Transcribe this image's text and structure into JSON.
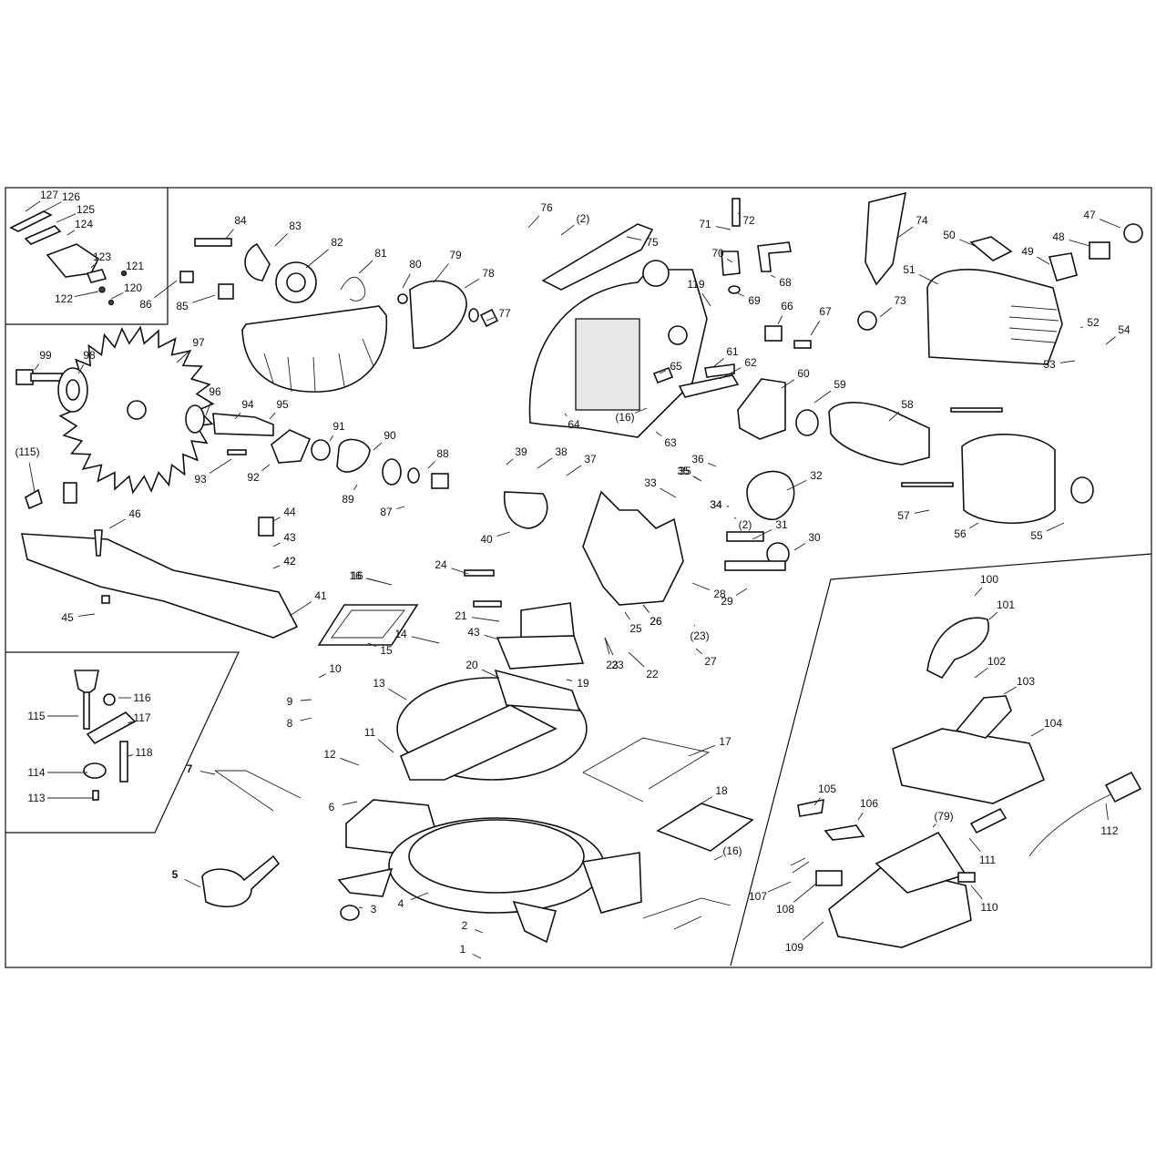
{
  "callouts": [
    {
      "text": "1"
    },
    {
      "text": "2"
    },
    {
      "text": "3"
    },
    {
      "text": "4"
    },
    {
      "text": "5"
    },
    {
      "text": "6"
    },
    {
      "text": "7"
    },
    {
      "text": "8"
    },
    {
      "text": "9"
    },
    {
      "text": "10"
    },
    {
      "text": "11"
    },
    {
      "text": "12"
    },
    {
      "text": "13"
    },
    {
      "text": "14"
    },
    {
      "text": "15"
    },
    {
      "text": "16"
    },
    {
      "text": "17"
    },
    {
      "text": "18"
    },
    {
      "text": "19"
    },
    {
      "text": "20"
    },
    {
      "text": "21"
    },
    {
      "text": "22"
    },
    {
      "text": "23"
    },
    {
      "text": "24"
    },
    {
      "text": "25"
    },
    {
      "text": "26"
    },
    {
      "text": "27"
    },
    {
      "text": "28"
    },
    {
      "text": "29"
    },
    {
      "text": "30"
    },
    {
      "text": "31"
    },
    {
      "text": "32"
    },
    {
      "text": "33"
    },
    {
      "text": "34"
    },
    {
      "text": "35"
    },
    {
      "text": "36"
    },
    {
      "text": "37"
    },
    {
      "text": "38"
    },
    {
      "text": "39"
    },
    {
      "text": "40"
    },
    {
      "text": "41"
    },
    {
      "text": "42"
    },
    {
      "text": "43"
    },
    {
      "text": "44"
    },
    {
      "text": "45"
    },
    {
      "text": "46"
    },
    {
      "text": "47"
    },
    {
      "text": "48"
    },
    {
      "text": "49"
    },
    {
      "text": "50"
    },
    {
      "text": "51"
    },
    {
      "text": "52"
    },
    {
      "text": "53"
    },
    {
      "text": "54"
    },
    {
      "text": "55"
    },
    {
      "text": "56"
    },
    {
      "text": "57"
    },
    {
      "text": "58"
    },
    {
      "text": "59"
    },
    {
      "text": "60"
    },
    {
      "text": "61"
    },
    {
      "text": "62"
    },
    {
      "text": "63"
    },
    {
      "text": "64"
    },
    {
      "text": "65"
    },
    {
      "text": "66"
    },
    {
      "text": "67"
    },
    {
      "text": "68"
    },
    {
      "text": "69"
    },
    {
      "text": "70"
    },
    {
      "text": "71"
    },
    {
      "text": "72"
    },
    {
      "text": "73"
    },
    {
      "text": "74"
    },
    {
      "text": "75"
    },
    {
      "text": "76"
    },
    {
      "text": "77"
    },
    {
      "text": "78"
    },
    {
      "text": "79"
    },
    {
      "text": "80"
    },
    {
      "text": "81"
    },
    {
      "text": "82"
    },
    {
      "text": "83"
    },
    {
      "text": "84"
    },
    {
      "text": "85"
    },
    {
      "text": "86"
    },
    {
      "text": "87"
    },
    {
      "text": "88"
    },
    {
      "text": "89"
    },
    {
      "text": "90"
    },
    {
      "text": "91"
    },
    {
      "text": "92"
    },
    {
      "text": "93"
    },
    {
      "text": "94"
    },
    {
      "text": "95"
    },
    {
      "text": "96"
    },
    {
      "text": "97"
    },
    {
      "text": "98"
    },
    {
      "text": "99"
    },
    {
      "text": "100"
    },
    {
      "text": "101"
    },
    {
      "text": "102"
    },
    {
      "text": "103"
    },
    {
      "text": "104"
    },
    {
      "text": "105"
    },
    {
      "text": "106"
    },
    {
      "text": "107"
    },
    {
      "text": "108"
    },
    {
      "text": "109"
    },
    {
      "text": "110"
    },
    {
      "text": "111"
    },
    {
      "text": "112"
    },
    {
      "text": "113"
    },
    {
      "text": "114"
    },
    {
      "text": "115"
    },
    {
      "text": "116"
    },
    {
      "text": "117"
    },
    {
      "text": "118"
    },
    {
      "text": "119"
    },
    {
      "text": "120"
    },
    {
      "text": "121"
    },
    {
      "text": "122"
    },
    {
      "text": "123"
    },
    {
      "text": "124"
    },
    {
      "text": "125"
    },
    {
      "text": "126"
    },
    {
      "text": "127"
    },
    {
      "text": "(2)"
    },
    {
      "text": "(2)"
    },
    {
      "text": "(16)"
    },
    {
      "text": "(16)"
    },
    {
      "text": "(23)"
    },
    {
      "text": "(79)"
    },
    {
      "text": "(115)"
    },
    {
      "text": "16"
    },
    {
      "text": "23"
    },
    {
      "text": "26"
    },
    {
      "text": "34"
    },
    {
      "text": "35"
    },
    {
      "text": "42"
    },
    {
      "text": "43"
    }
  ]
}
